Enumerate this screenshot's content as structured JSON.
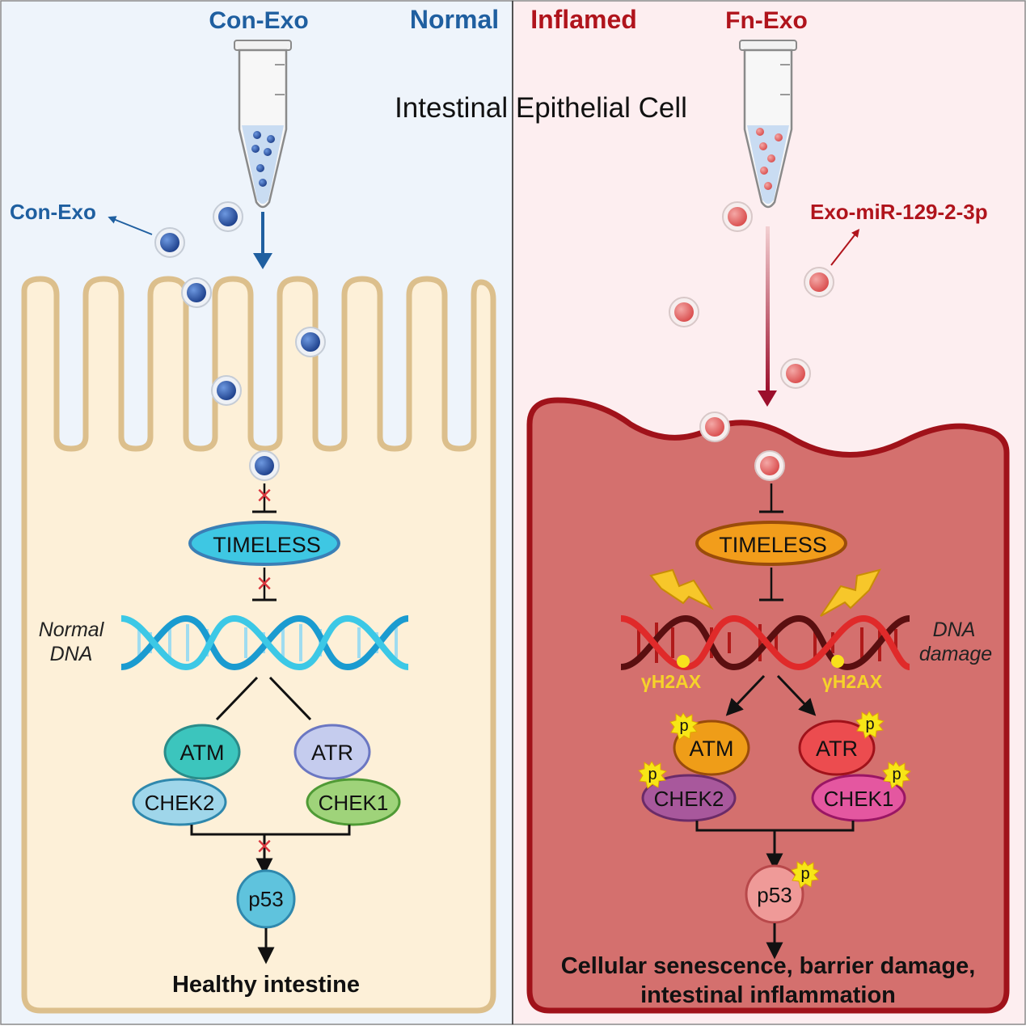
{
  "left": {
    "condition": "Normal",
    "tube_label": "Con-Exo",
    "exo_callout": "Con-Exo",
    "nodes": {
      "timeless": "TIMELESS",
      "atm": "ATM",
      "atr": "ATR",
      "chek2": "CHEK2",
      "chek1": "CHEK1",
      "p53": "p53"
    },
    "dna_label": [
      "Normal",
      "DNA"
    ],
    "outcome": "Healthy intestine",
    "inhibit_mark": "×",
    "colors": {
      "accent": "#1f5fa0",
      "vesicle": "#2a5aa8",
      "cell_fill": "#fdf0d8",
      "cell_stroke": "#dcbf8c"
    }
  },
  "right": {
    "condition": "Inflamed",
    "tube_label": "Fn-Exo",
    "mirna_label": "Exo-miR-129-2-3p",
    "nodes": {
      "timeless": "TIMELESS",
      "atm": "ATM",
      "atr": "ATR",
      "chek2": "CHEK2",
      "chek1": "CHEK1",
      "p53": "p53"
    },
    "phospho": "p",
    "h2ax": "γH2AX",
    "dna_label": [
      "DNA",
      "damage"
    ],
    "outcome": [
      "Cellular senescence, barrier damage,",
      "intestinal inflammation"
    ],
    "colors": {
      "accent": "#b0141c",
      "vesicle": "#e26a6a",
      "cell_fill": "#d4706e",
      "cell_stroke": "#a0121a"
    }
  },
  "center_title": "Intestinal Epithelial Cell"
}
